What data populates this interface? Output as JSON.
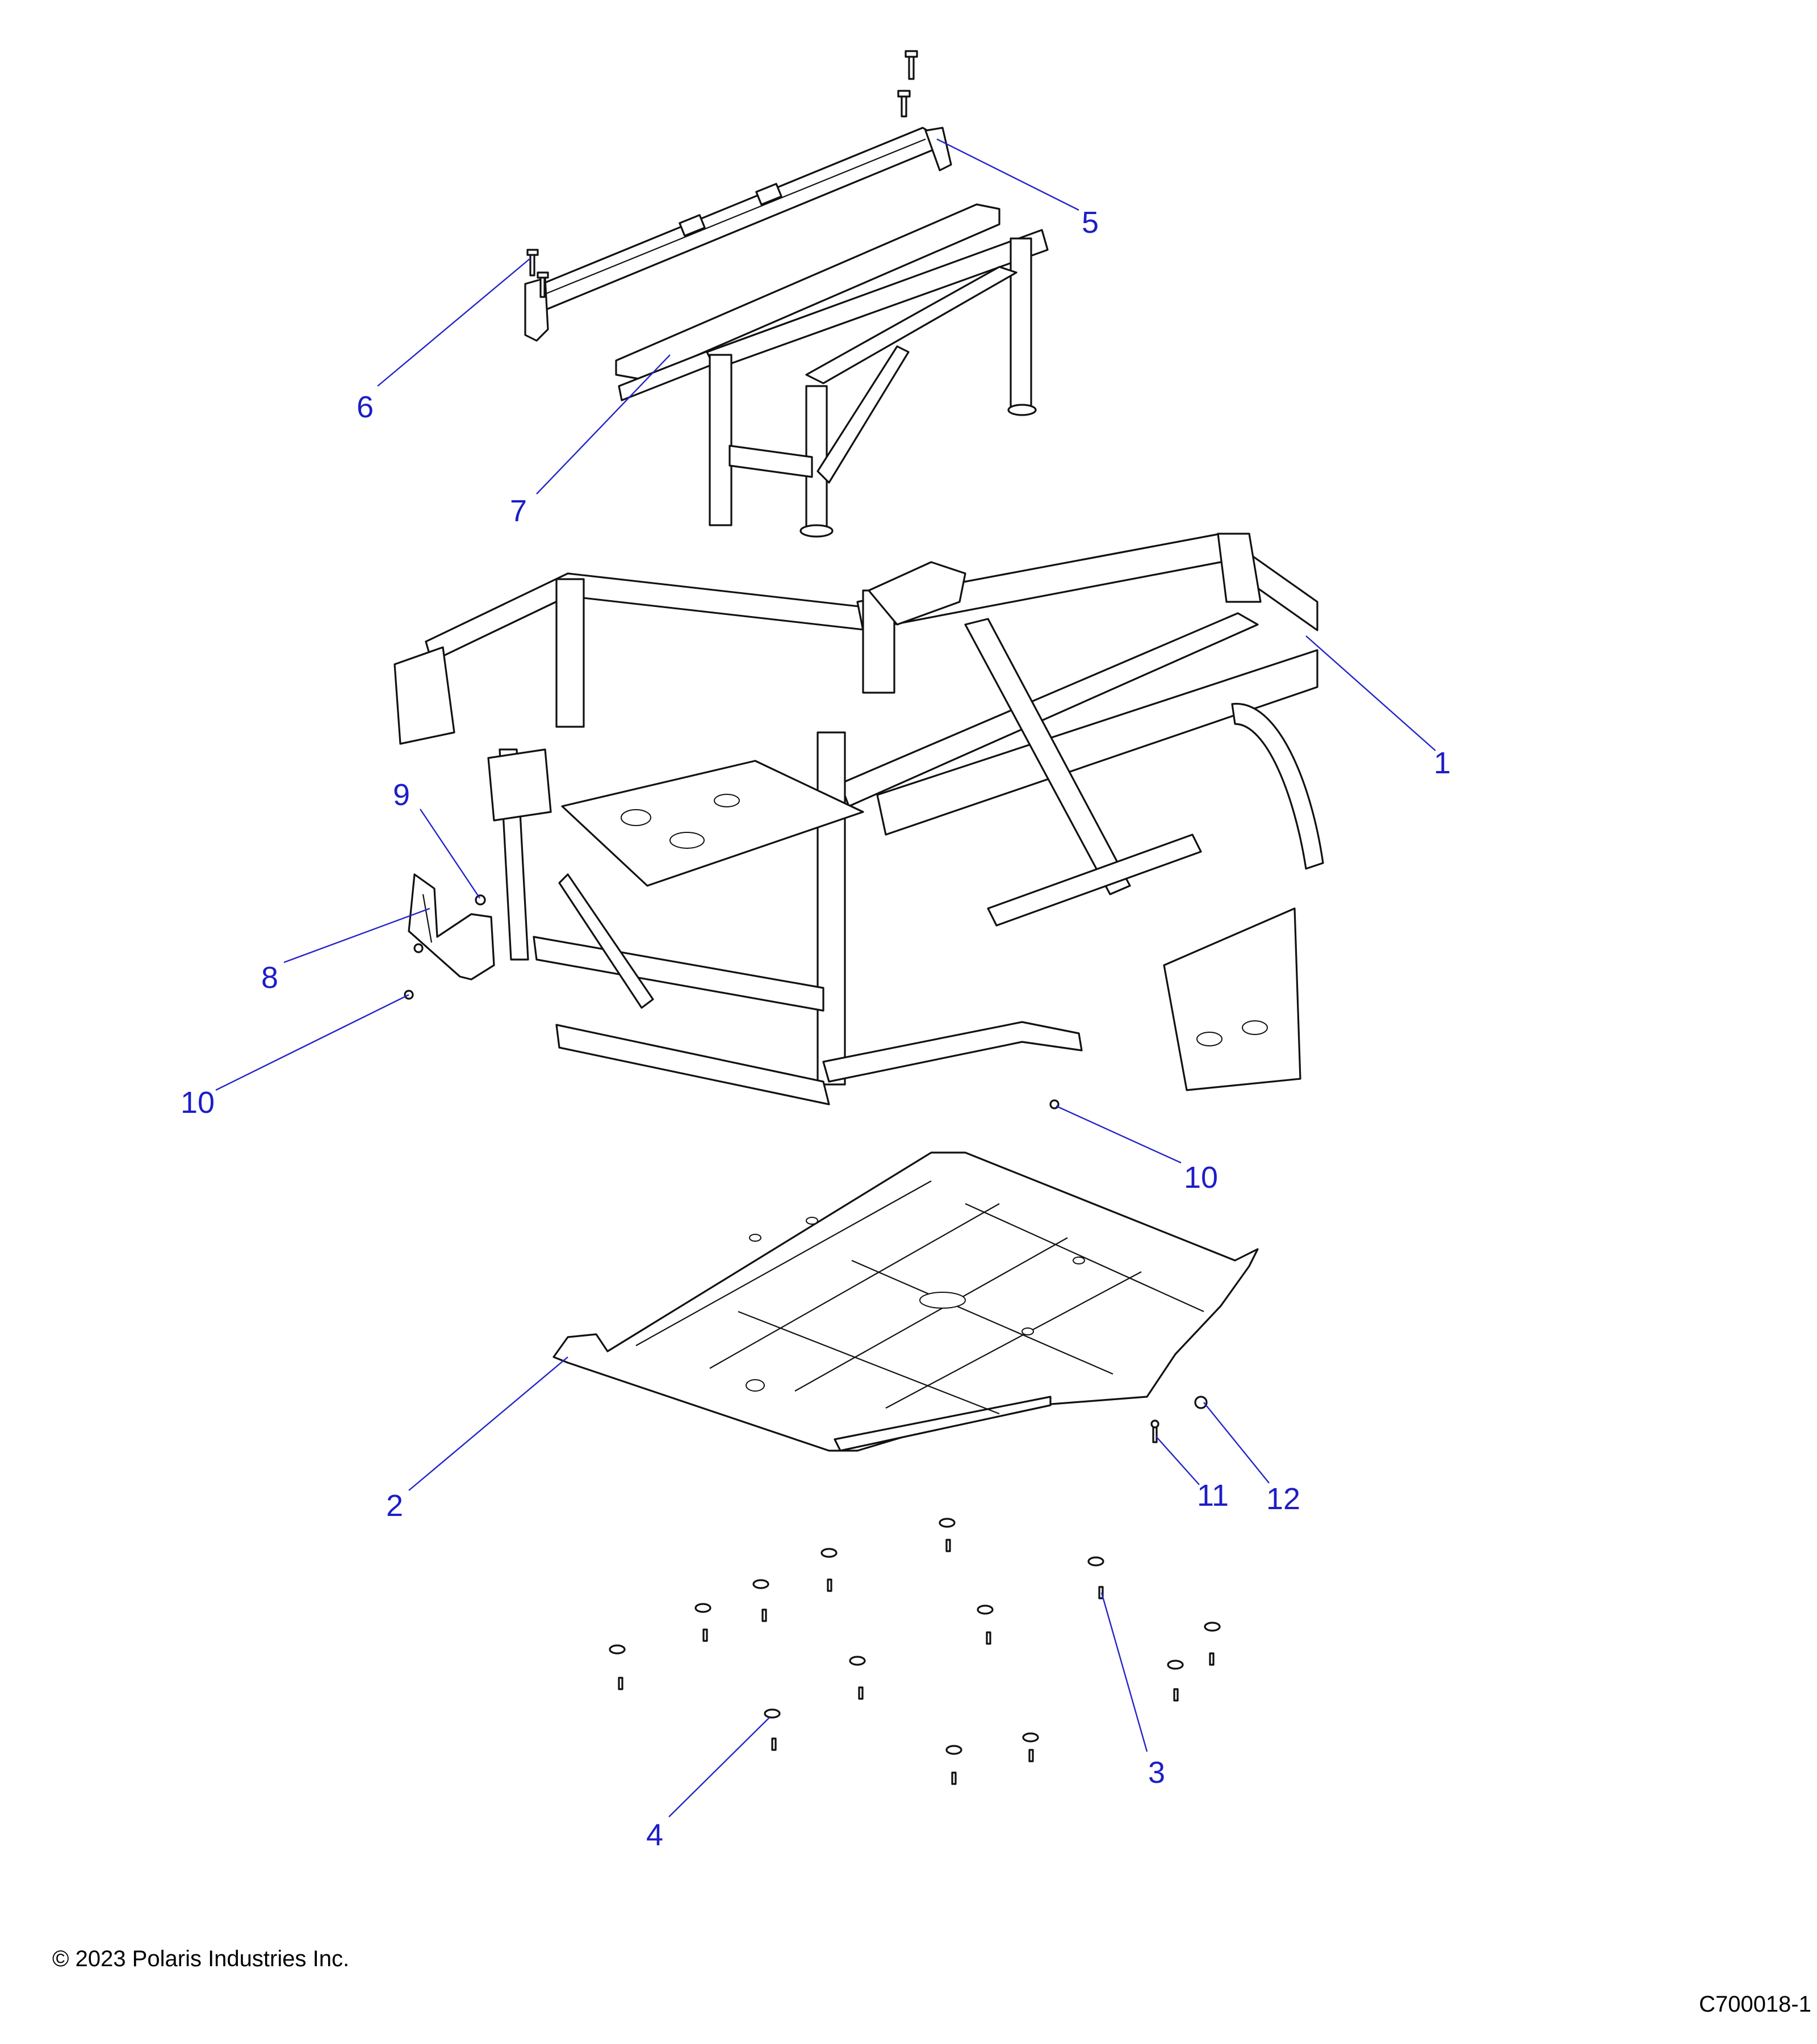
{
  "callouts": [
    {
      "id": "1",
      "label": "1"
    },
    {
      "id": "2",
      "label": "2"
    },
    {
      "id": "3",
      "label": "3"
    },
    {
      "id": "4",
      "label": "4"
    },
    {
      "id": "5",
      "label": "5"
    },
    {
      "id": "6",
      "label": "6"
    },
    {
      "id": "7",
      "label": "7"
    },
    {
      "id": "8",
      "label": "8"
    },
    {
      "id": "9",
      "label": "9"
    },
    {
      "id": "10a",
      "label": "10"
    },
    {
      "id": "10b",
      "label": "10"
    },
    {
      "id": "11",
      "label": "11"
    },
    {
      "id": "12",
      "label": "12"
    }
  ],
  "footer": {
    "copyright": "© 2023 Polaris Industries Inc.",
    "drawing_id": "C700018-1"
  },
  "colors": {
    "callout": "#1d1dc8",
    "line_art": "#111111",
    "background": "#ffffff"
  }
}
